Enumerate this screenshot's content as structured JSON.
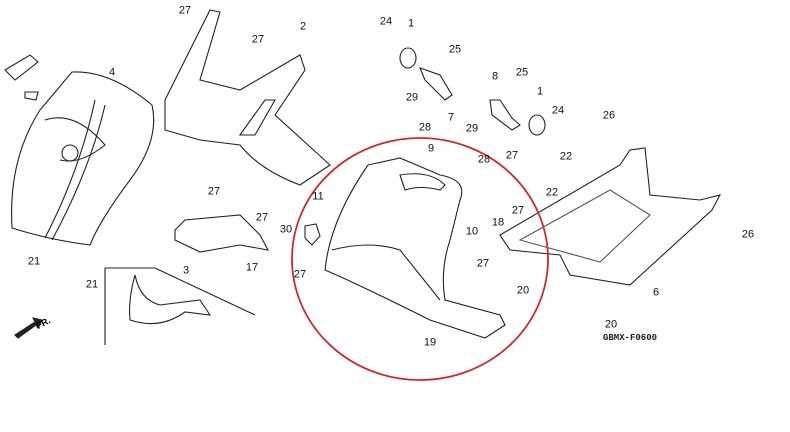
{
  "diagram_code": "GBMX-F0600",
  "front_marker": "FR.",
  "highlight_color": "#cc2a2a",
  "callouts": [
    "27",
    "2",
    "27",
    "24",
    "1",
    "25",
    "4",
    "8",
    "25",
    "1",
    "29",
    "7",
    "28",
    "29",
    "24",
    "26",
    "28",
    "9",
    "27",
    "22",
    "22",
    "27",
    "27",
    "11",
    "27",
    "18",
    "10",
    "30",
    "27",
    "17",
    "3",
    "21",
    "21",
    "27",
    "20",
    "6",
    "26",
    "20",
    "19"
  ]
}
